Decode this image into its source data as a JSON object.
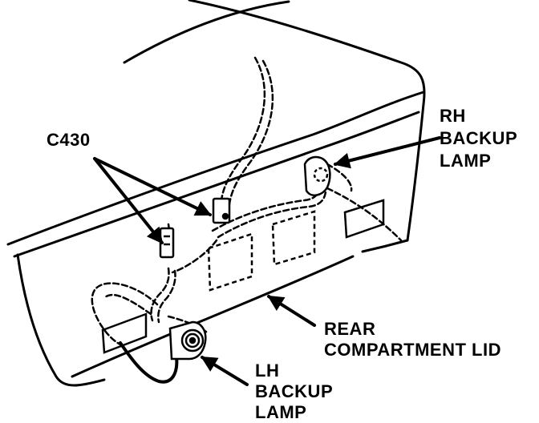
{
  "labels": {
    "connector": "C430",
    "rh_lamp": [
      "RH",
      "BACKUP",
      "LAMP"
    ],
    "rear_lid": [
      "REAR",
      "COMPARTMENT LID"
    ],
    "lh_lamp": [
      "LH",
      "BACKUP",
      "LAMP"
    ]
  },
  "colors": {
    "ink": "#000000",
    "paper": "#ffffff"
  }
}
